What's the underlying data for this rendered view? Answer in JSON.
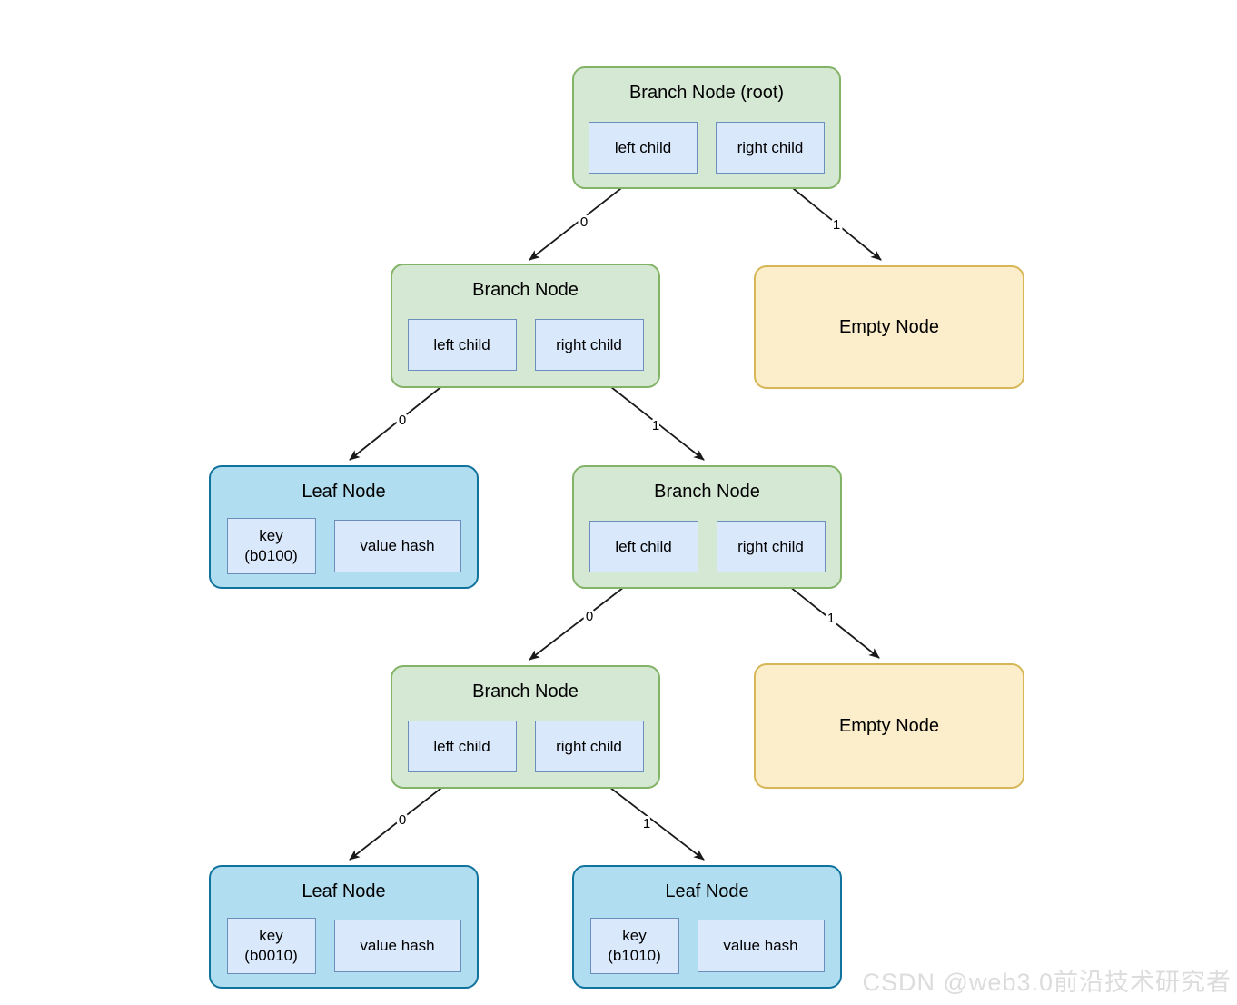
{
  "diagram": {
    "description": "Binary trie / sparse merkle tree structure diagram",
    "nodes": {
      "root": {
        "type": "branch",
        "title": "Branch Node (root)",
        "left_child": "left child",
        "right_child": "right child"
      },
      "branch_l2": {
        "type": "branch",
        "title": "Branch Node",
        "left_child": "left child",
        "right_child": "right child"
      },
      "empty_1": {
        "type": "empty",
        "title": "Empty Node"
      },
      "leaf_1": {
        "type": "leaf",
        "title": "Leaf Node",
        "key_label": "key",
        "key_value": "(b0100)",
        "value_hash": "value hash"
      },
      "branch_l3": {
        "type": "branch",
        "title": "Branch Node",
        "left_child": "left child",
        "right_child": "right child"
      },
      "branch_l4": {
        "type": "branch",
        "title": "Branch Node",
        "left_child": "left child",
        "right_child": "right child"
      },
      "empty_2": {
        "type": "empty",
        "title": "Empty Node"
      },
      "leaf_2": {
        "type": "leaf",
        "title": "Leaf Node",
        "key_label": "key",
        "key_value": "(b0010)",
        "value_hash": "value hash"
      },
      "leaf_3": {
        "type": "leaf",
        "title": "Leaf Node",
        "key_label": "key",
        "key_value": "(b1010)",
        "value_hash": "value hash"
      }
    },
    "edges": {
      "root_left": {
        "from": "root",
        "to": "branch_l2",
        "label": "0"
      },
      "root_right": {
        "from": "root",
        "to": "empty_1",
        "label": "1"
      },
      "l2_left": {
        "from": "branch_l2",
        "to": "leaf_1",
        "label": "0"
      },
      "l2_right": {
        "from": "branch_l2",
        "to": "branch_l3",
        "label": "1"
      },
      "l3_left": {
        "from": "branch_l3",
        "to": "branch_l4",
        "label": "0"
      },
      "l3_right": {
        "from": "branch_l3",
        "to": "empty_2",
        "label": "1"
      },
      "l4_left": {
        "from": "branch_l4",
        "to": "leaf_2",
        "label": "0"
      },
      "l4_right": {
        "from": "branch_l4",
        "to": "leaf_3",
        "label": "1"
      }
    },
    "colors": {
      "branch_fill": "#d5e8d4",
      "branch_stroke": "#82b366",
      "leaf_fill": "#b1ddf0",
      "leaf_stroke": "#10739e",
      "empty_fill": "#fdeecb",
      "empty_stroke": "#d6b656",
      "slot_fill": "#dae8fc",
      "slot_stroke": "#6c8ebf",
      "edge_color": "#1a1a1a",
      "watermark_color": "#dcdcdc"
    }
  },
  "watermark": {
    "text": "CSDN @web3.0前沿技术研究者"
  }
}
